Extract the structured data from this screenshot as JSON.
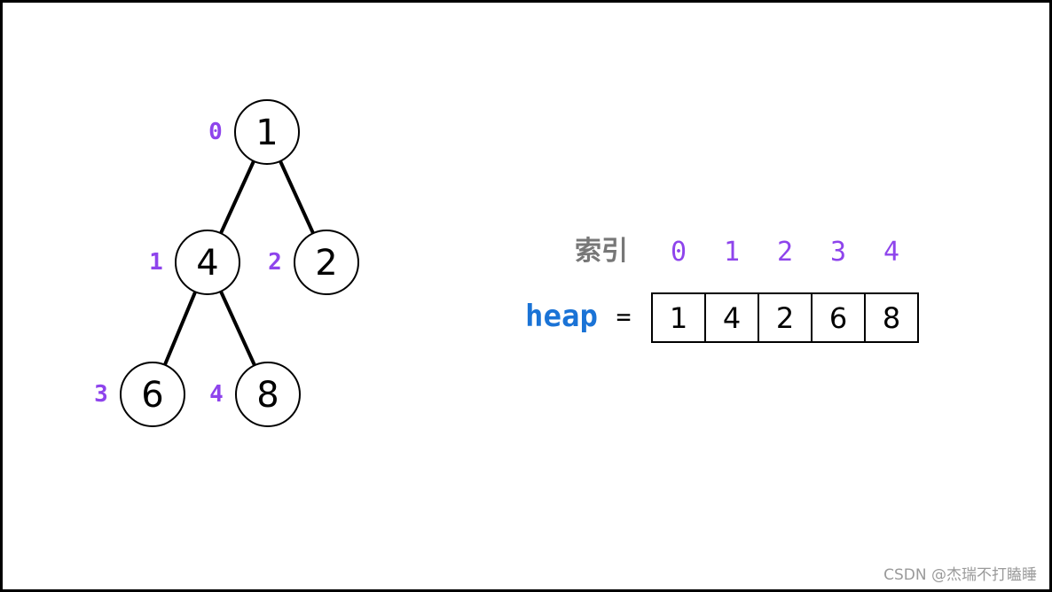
{
  "colors": {
    "index_color": "#8e44ec",
    "heap_label_color": "#1a73d6",
    "index_label_color": "#777777"
  },
  "tree": {
    "nodes": [
      {
        "index": "0",
        "value": "1"
      },
      {
        "index": "1",
        "value": "4"
      },
      {
        "index": "2",
        "value": "2"
      },
      {
        "index": "3",
        "value": "6"
      },
      {
        "index": "4",
        "value": "8"
      }
    ],
    "edges": [
      [
        0,
        1
      ],
      [
        0,
        2
      ],
      [
        1,
        3
      ],
      [
        1,
        4
      ]
    ]
  },
  "array": {
    "index_label": "索引",
    "name_label": "heap",
    "equals": "=",
    "indices": [
      "0",
      "1",
      "2",
      "3",
      "4"
    ],
    "values": [
      "1",
      "4",
      "2",
      "6",
      "8"
    ]
  },
  "watermark": "CSDN @杰瑞不打瞌睡"
}
